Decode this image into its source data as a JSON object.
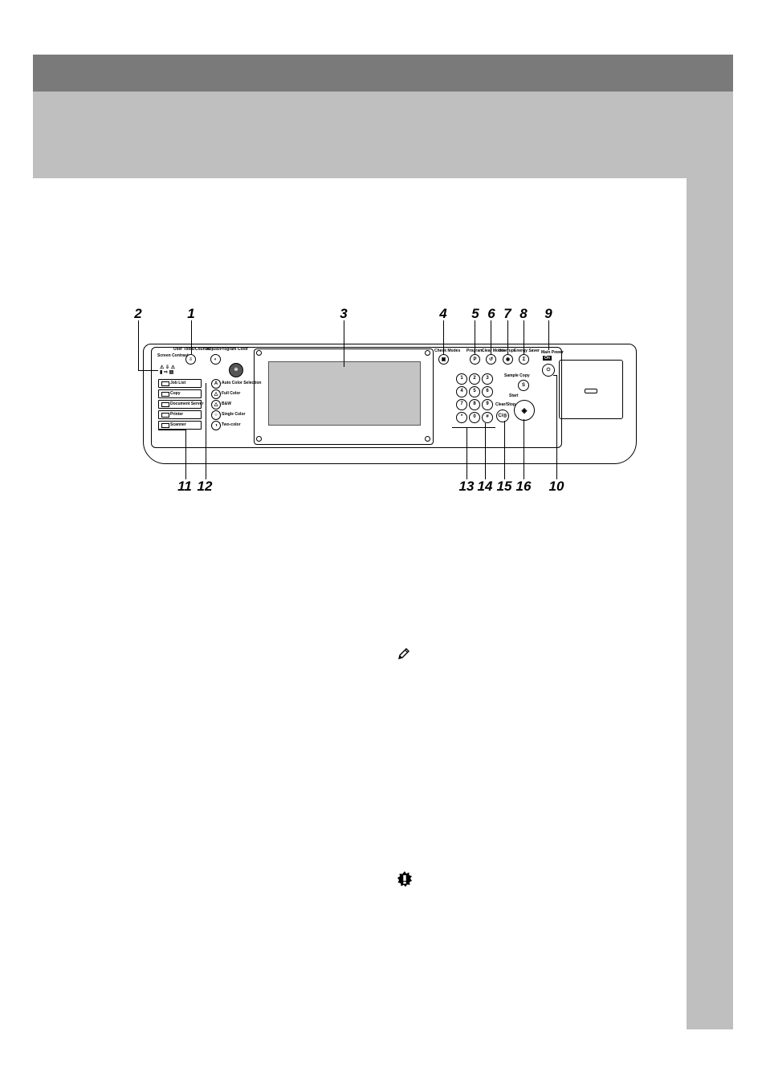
{
  "callouts": {
    "c1": "1",
    "c2": "2",
    "c3": "3",
    "c4": "4",
    "c5": "5",
    "c6": "6",
    "c7": "7",
    "c8": "8",
    "c9": "9",
    "c10": "10",
    "c11": "11",
    "c12": "12",
    "c13": "13",
    "c14": "14",
    "c15": "15",
    "c16": "16"
  },
  "panel": {
    "screen_contrast": "Screen Contrast",
    "user_tools_counter": "User Tools/Counter",
    "adjust_program_color": "Adjust/Program Color",
    "modes": [
      "Job List",
      "Copy",
      "Document Server",
      "Printer",
      "Scanner"
    ],
    "color_options": [
      "Auto Color Selection",
      "Full Color",
      "B&W",
      "Single Color",
      "Two-color"
    ],
    "check_modes": "Check Modes",
    "program": "Program",
    "clear_modes": "Clear Modes",
    "interrupt": "Interrupt",
    "energy_saver": "Energy Saver",
    "main_power": "Main Power",
    "on": "On",
    "sample_copy": "Sample Copy",
    "start": "Start",
    "clear_stop": "Clear/Stop",
    "keypad": [
      "1",
      "2",
      "3",
      "4",
      "5",
      "6",
      "7",
      "8",
      "9",
      "*",
      "0",
      "#"
    ]
  },
  "icons": {
    "note": "pencil-note-icon",
    "important": "important-icon"
  },
  "colors": {
    "header_dark": "#7a7a7a",
    "header_light": "#bfbfbf",
    "screen": "#c4c4c4"
  }
}
